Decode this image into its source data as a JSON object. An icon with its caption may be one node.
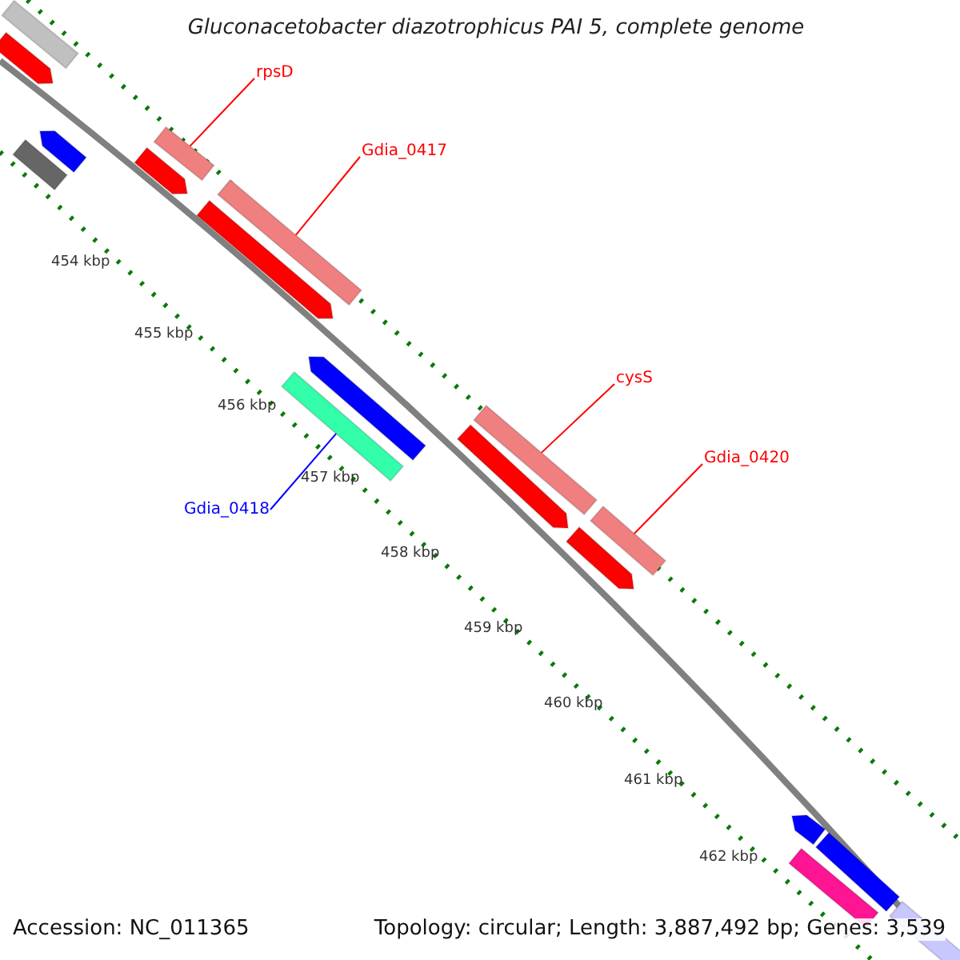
{
  "diagram": {
    "title": "Gluconacetobacter diazotrophicus PAI 5, complete genome",
    "nodes": [
      {
        "text": [
          "rpsD"
        ]
      },
      {
        "text": [],
        "shape": "bar"
      },
      {
        "text": [
          "Gdia_0417"
        ]
      },
      {
        "text": [],
        "shape": "bar"
      },
      {
        "text": [
          "Gdia_0418"
        ]
      },
      {
        "text": [],
        "shape": "bar"
      },
      {
        "text": [
          "cysS"
        ]
      },
      {
        "text": [],
        "shape": "bar"
      },
      {
        "text": [
          "Gdia_0420"
        ]
      },
      {
        "text": [],
        "shape": "bar"
      },
      {
        "text": [],
        "shape": "bar"
      },
      {
        "text": [],
        "shape": "bar"
      },
      {
        "text": [],
        "shape": "bar"
      },
      {
        "text": [],
        "shape": "bar"
      },
      {
        "text": [],
        "shape": "bar"
      },
      {
        "text": [],
        "shape": "bar"
      },
      {
        "text": [],
        "shape": "bar"
      },
      {
        "text": [],
        "shape": "bar"
      },
      {
        "text": [],
        "shape": "bar"
      },
      {
        "text": [],
        "shape": "bar"
      },
      {
        "text": [],
        "shape": "bar"
      },
      {
        "text": [],
        "shape": "bar"
      },
      {
        "text": [],
        "shape": "bar"
      }
    ],
    "edges": [
      {
        "from": 0,
        "to": 1,
        "arrow": "none"
      },
      {
        "from": 2,
        "to": 3,
        "arrow": "none"
      },
      {
        "from": 4,
        "to": 5,
        "arrow": "none",
        "color": "#0000ff"
      },
      {
        "from": 6,
        "to": 7,
        "arrow": "none"
      },
      {
        "from": 8,
        "to": 9,
        "arrow": "none"
      }
    ],
    "labels": [
      "454 kbp",
      "455 kbp",
      "456 kbp",
      "457 kbp",
      "458 kbp",
      "459 kbp",
      "460 kbp",
      "461 kbp",
      "462 kbp",
      "Accession: NC_011365",
      "Topology: circular; Length: 3,887,492 bp; Genes: 3,539"
    ]
  }
}
